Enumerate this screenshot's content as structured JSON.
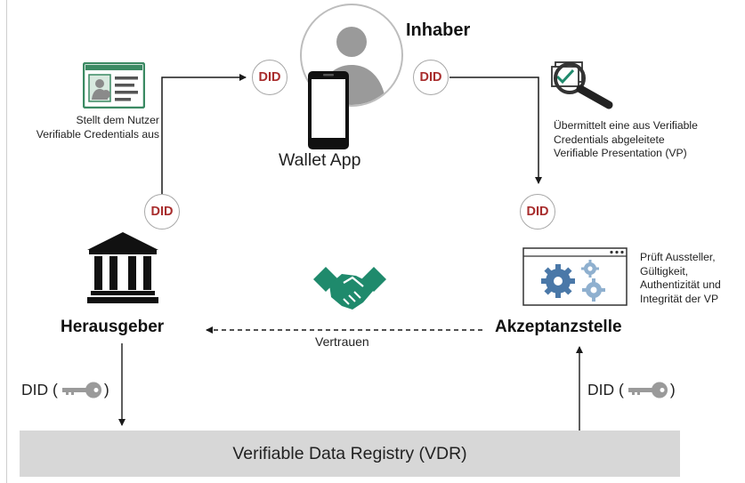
{
  "did_label": "DID",
  "inhaber": {
    "title": "Inhaber",
    "wallet_label": "Wallet App"
  },
  "issuer": {
    "title": "Herausgeber",
    "note": [
      "Stellt dem Nutzer",
      "Verifiable Credentials aus"
    ]
  },
  "verifier": {
    "title": "Akzeptanzstelle",
    "note": [
      "Prüft Aussteller,",
      "Gültigkeit,",
      "Authentizität und",
      "Integrität der VP"
    ]
  },
  "presentation_note": [
    "Übermittelt eine aus Verifiable",
    "Credentials abgeleitete",
    "Verifiable Presentation (VP)"
  ],
  "trust_label": "Vertrauen",
  "key_label": {
    "prefix": "DID (",
    "suffix": ")"
  },
  "registry_label": "Verifiable Data Registry (VDR)",
  "colors": {
    "did_text": "#a82d2d",
    "handshake": "#1f8a6c",
    "credential_card": "#3b8a63",
    "registry_bar": "#d7d7d7",
    "gears": "#4a78a8"
  },
  "icons": [
    "credential-card-icon",
    "person-icon",
    "smartphone-icon",
    "search-document-icon",
    "bank-building-icon",
    "handshake-icon",
    "settings-window-icon",
    "key-icon"
  ]
}
